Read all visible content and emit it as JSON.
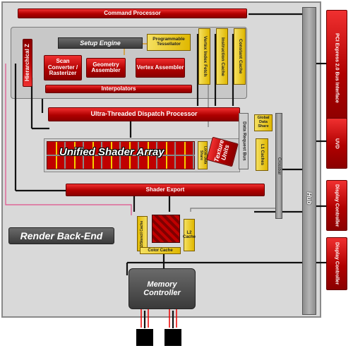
{
  "blocks": {
    "command_processor": "Command Processor",
    "setup_engine": "Setup Engine",
    "programmable_tessellator": "Programmable Tessellator",
    "hierarchical_z": "Hierarchical Z",
    "scan_converter": "Scan Converter / Rasterizer",
    "geometry_assembler": "Geometry Assembler",
    "vertex_assembler": "Vertex Assembler",
    "interpolators": "Interpolators",
    "vertex_index_fetch": "Vertex Index Fetch",
    "instruction_cache": "Instruction Cache",
    "constant_cache": "Constant Cache",
    "ultra_threaded_dispatch": "Ultra-Threaded Dispatch Processor",
    "unified_shader_array": "Unified Shader Array",
    "data_request_bus": "Data Request Bus",
    "global_data_share": "Global Data Share",
    "texture_units": "Texture Units",
    "local_data_share": "Local Data Share",
    "l1_caches": "L1 Caches",
    "crossbar": "Crossbar",
    "shader_export": "Shader Export",
    "render_back_end": "Render Back-End",
    "z_stencil_cache": "Z/Stencil Cache",
    "color_cache": "Color Cache",
    "l2_cache": "L2 Cache",
    "memory_controller": "Memory Controller",
    "hub": "Hub",
    "pci_express": "PCI Express 2.0 Bus Interface",
    "uvd": "UVD",
    "display_controller_1": "Display Controller",
    "display_controller_2": "Display Controller"
  },
  "colors": {
    "red_block": "#c00000",
    "yellow_block": "#e8c800",
    "frame_gray": "#d9d9d9",
    "hub_gray": "#a0a0a0",
    "pink_line": "#e0508a"
  }
}
